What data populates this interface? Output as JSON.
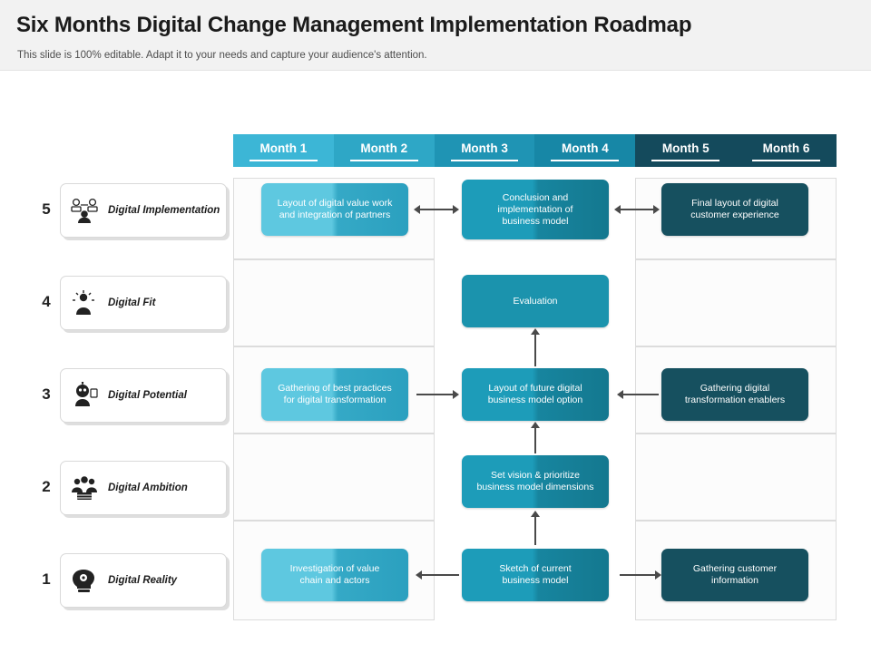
{
  "header": {
    "title": "Six Months Digital Change Management Implementation Roadmap",
    "subtitle": "This slide is 100% editable. Adapt it to your needs and capture your audience's attention."
  },
  "months": [
    {
      "label": "Month 1"
    },
    {
      "label": "Month 2"
    },
    {
      "label": "Month 3"
    },
    {
      "label": "Month 4"
    },
    {
      "label": "Month 5"
    },
    {
      "label": "Month 6"
    }
  ],
  "stages": [
    {
      "number": "5",
      "line1": "Digital",
      "line2": "Implementation",
      "icon": "people-network-icon"
    },
    {
      "number": "4",
      "line1": "Digital",
      "line2": "Fit",
      "icon": "person-idea-icon"
    },
    {
      "number": "3",
      "line1": "Digital",
      "line2": "Potential",
      "icon": "robot-head-icon"
    },
    {
      "number": "2",
      "line1": "Digital",
      "line2": "Ambition",
      "icon": "team-group-icon"
    },
    {
      "number": "1",
      "line1": "Digital",
      "line2": "Reality",
      "icon": "head-gear-icon"
    }
  ],
  "tasks": [
    {
      "id": "layout-digital-value",
      "line1": "Layout of digital value work",
      "line2": "and integration of partners"
    },
    {
      "id": "conclusion-implementation",
      "line1": "Conclusion and",
      "line2": "implementation  of",
      "line3": "business model"
    },
    {
      "id": "final-layout-customer",
      "line1": "Final layout of digital",
      "line2": "customer experience"
    },
    {
      "id": "evaluation",
      "line1": "Evaluation"
    },
    {
      "id": "gathering-best-practices",
      "line1": "Gathering of best practices",
      "line2": "for digital transformation"
    },
    {
      "id": "layout-future-model",
      "line1": "Layout of  future digital",
      "line2": "business model option"
    },
    {
      "id": "gathering-enablers",
      "line1": "Gathering digital",
      "line2": "transformation enablers"
    },
    {
      "id": "set-vision",
      "line1": "Set vision & prioritize",
      "line2": "business model dimensions"
    },
    {
      "id": "investigation-value-chain",
      "line1": "Investigation of value",
      "line2": "chain and actors"
    },
    {
      "id": "sketch-current-model",
      "line1": "Sketch of current",
      "line2": "business model"
    },
    {
      "id": "gathering-customer-info",
      "line1": "Gathering customer",
      "line2": "information"
    }
  ],
  "colors": {
    "accent_light": "#5ec8e0",
    "accent_mid": "#1d9cb9",
    "accent_dark": "#16505f",
    "header_bg": "#f2f2f2"
  }
}
